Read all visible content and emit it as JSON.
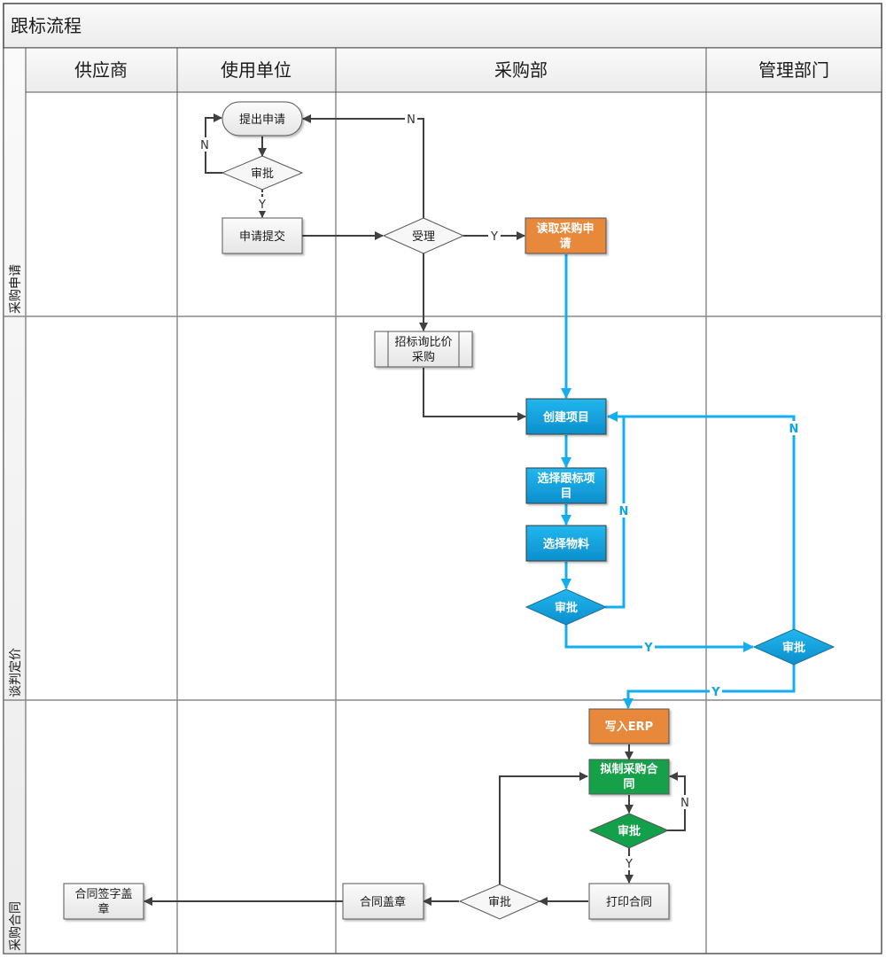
{
  "diagram": {
    "title": "跟标流程",
    "columns": [
      "供应商",
      "使用单位",
      "采购部",
      "管理部门"
    ],
    "lanes": [
      "采购申请",
      "谈判定价",
      "采购合同"
    ],
    "colors": {
      "line_dark": "#404040",
      "line_blue": "#12aef0",
      "blue_fill": "#1aa1dc",
      "orange_fill": "#e8883a",
      "green_fill": "#13a04a",
      "gray_fill": "#f3f3f3"
    },
    "nodes": {
      "submit_request": "提出申请",
      "approve_1": "审批",
      "request_submit": "申请提交",
      "accept": "受理",
      "read_request_l1": "读取采购申",
      "read_request_l2": "请",
      "tender_l1": "招标询比价",
      "tender_l2": "采购",
      "create_project": "创建项目",
      "select_item_l1": "选择跟标项",
      "select_item_l2": "目",
      "select_material": "选择物料",
      "approve_2": "审批",
      "approve_3": "审批",
      "write_erp": "写入ERP",
      "draft_contract_l1": "拟制采购合",
      "draft_contract_l2": "同",
      "approve_4": "审批",
      "print_contract": "打印合同",
      "approve_5": "审批",
      "contract_stamp": "合同盖章",
      "contract_sign_l1": "合同签字盖",
      "contract_sign_l2": "章"
    },
    "edge_labels": {
      "n1": "N",
      "y1": "Y",
      "n2": "N",
      "y2": "Y",
      "n3": "N",
      "n4": "N",
      "y3": "Y",
      "y4": "Y",
      "n5": "N",
      "y5": "Y"
    }
  }
}
